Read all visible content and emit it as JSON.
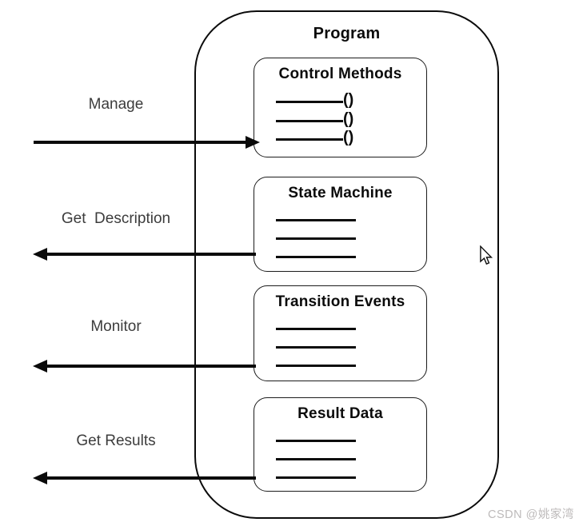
{
  "program": {
    "title": "Program",
    "boxes": [
      {
        "title": "Control Methods",
        "style": "methods",
        "paren": "()",
        "blank_line_count": 3
      },
      {
        "title": "State Machine",
        "style": "lines",
        "blank_line_count": 3
      },
      {
        "title": "Transition Events",
        "style": "lines",
        "blank_line_count": 3
      },
      {
        "title": "Result Data",
        "style": "lines",
        "blank_line_count": 3
      }
    ]
  },
  "arrows": [
    {
      "label": "Manage",
      "direction": "into-program",
      "target": "Control Methods"
    },
    {
      "label": "Get  Description",
      "direction": "out-of-program",
      "source": "State Machine"
    },
    {
      "label": "Monitor",
      "direction": "out-of-program",
      "source": "Transition Events"
    },
    {
      "label": "Get Results",
      "direction": "out-of-program",
      "source": "Result Data"
    }
  ],
  "watermark": "CSDN @姚家湾",
  "colors": {
    "line": "#0a0a0a",
    "label_text": "#3c3c3c",
    "watermark_text": "#bdbaba",
    "background": "#ffffff"
  }
}
